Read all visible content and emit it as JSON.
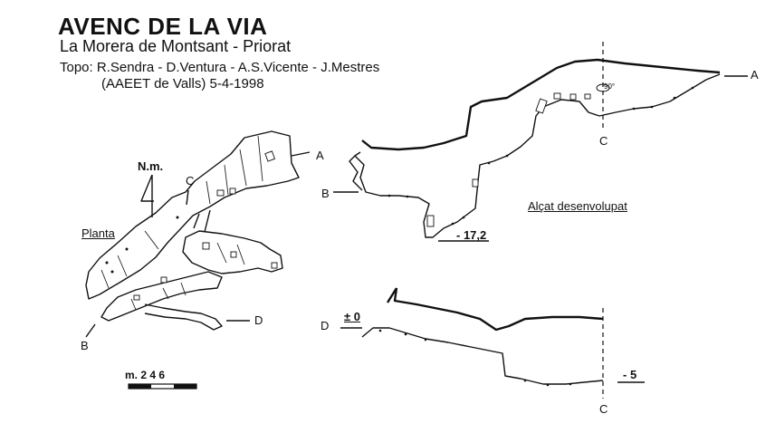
{
  "header": {
    "title": "AVENC DE LA VIA",
    "location": "La Morera de Montsant - Priorat",
    "authors": "Topo: R.Sendra - D.Ventura - A.S.Vicente - J.Mestres",
    "group_date": "(AAEET de Valls)  5-4-1998"
  },
  "plan": {
    "north_label": "N.m.",
    "plan_label": "Planta",
    "section_labels": {
      "a": "A",
      "b": "B",
      "c": "C",
      "d": "D"
    },
    "scale_label": "m.  2   4   6"
  },
  "elevation_upper": {
    "label": "Alçat desenvolupat",
    "depth_label": "- 17,2",
    "angle_label": "90°",
    "section_labels": {
      "a": "A",
      "b": "B",
      "c": "C"
    }
  },
  "elevation_lower": {
    "zero_label": "± 0",
    "depth_label": "- 5",
    "section_labels": {
      "c": "C",
      "d": "D"
    }
  }
}
